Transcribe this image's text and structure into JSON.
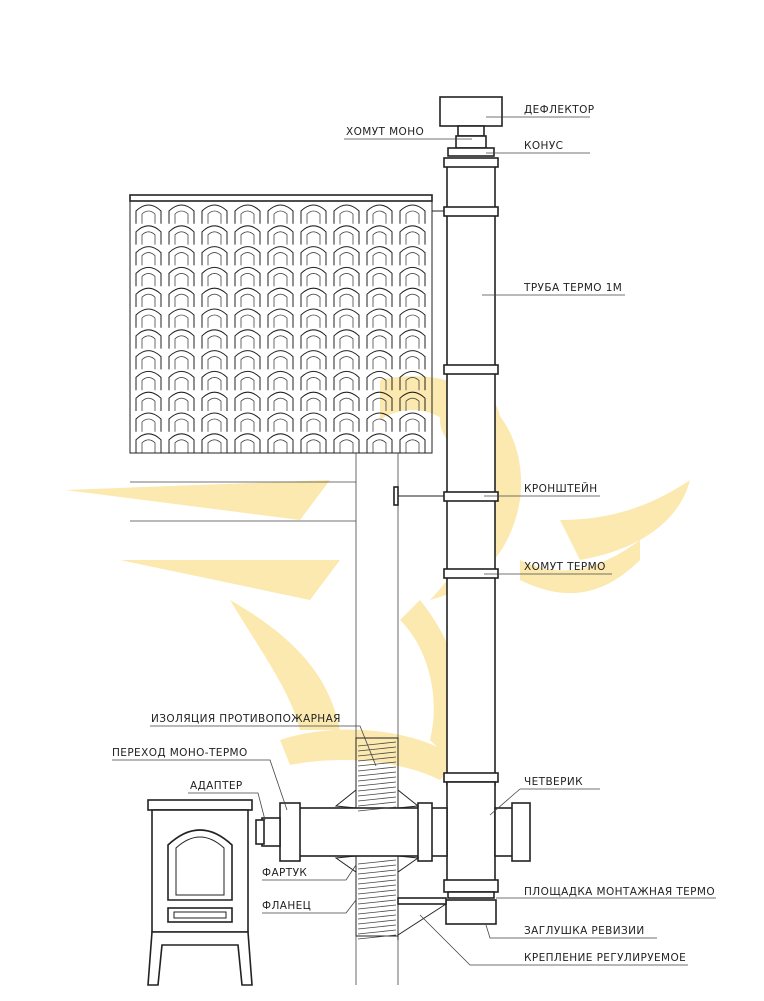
{
  "labels": {
    "deflector": "ДЕФЛЕКТОР",
    "clamp_mono": "ХОМУТ МОНО",
    "cone": "КОНУС",
    "pipe_thermo": "ТРУБА ТЕРМО 1М",
    "bracket": "КРОНШТЕЙН",
    "clamp_thermo": "ХОМУТ ТЕРМО",
    "fire_insulation": "ИЗОЛЯЦИЯ ПРОТИВОПОЖАРНАЯ",
    "transition": "ПЕРЕХОД МОНО-ТЕРМО",
    "adapter": "АДАПТЕР",
    "tee": "ЧЕТВЕРИК",
    "apron": "ФАРТУК",
    "flange": "ФЛАНЕЦ",
    "platform": "ПЛОЩАДКА МОНТАЖНАЯ ТЕРМО",
    "cap": "ЗАГЛУШКА РЕВИЗИИ",
    "mount": "КРЕПЛЕНИЕ РЕГУЛИРУЕМОЕ"
  },
  "colors": {
    "watermark": "#FCE9B0",
    "line": "#222222"
  }
}
